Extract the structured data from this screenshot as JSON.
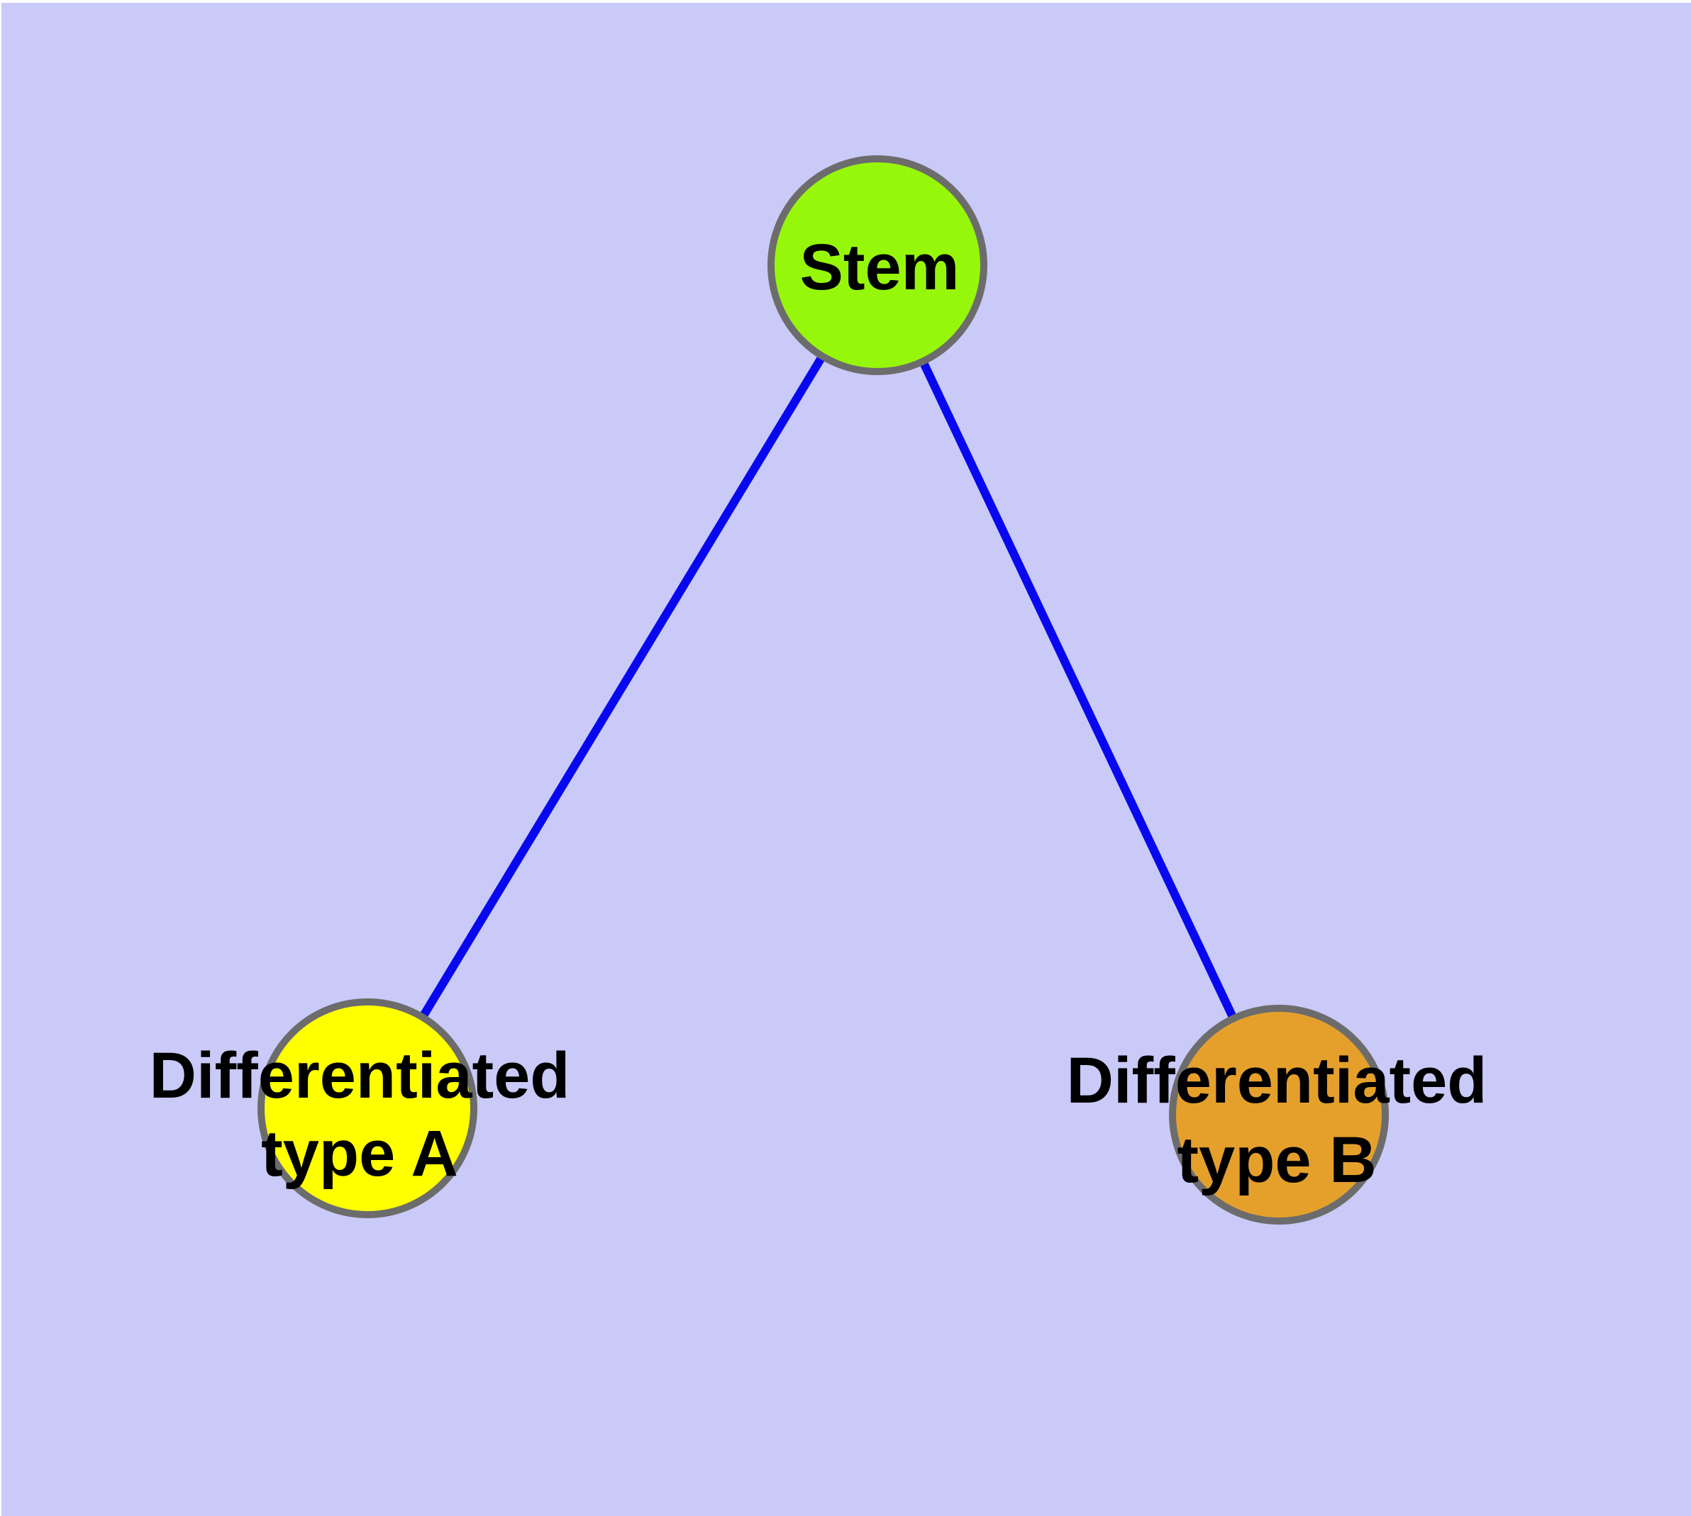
{
  "diagram": {
    "type": "graph",
    "background_color": "#CACAF8",
    "edge_color": "#0808F0",
    "node_border_color": "#6C6C6C",
    "label_color": "#000000",
    "nodes": {
      "stem": {
        "label": "Stem",
        "fill_color": "#97F70B"
      },
      "type_a": {
        "label_line1": "Differentiated",
        "label_line2": "type A",
        "fill_color": "#FFFF00"
      },
      "type_b": {
        "label_line1": "Differentiated",
        "label_line2": "type B",
        "fill_color": "#E5A02C"
      }
    },
    "edges": [
      {
        "from": "Stem",
        "to": "Differentiated type A"
      },
      {
        "from": "Stem",
        "to": "Differentiated type B"
      }
    ]
  }
}
